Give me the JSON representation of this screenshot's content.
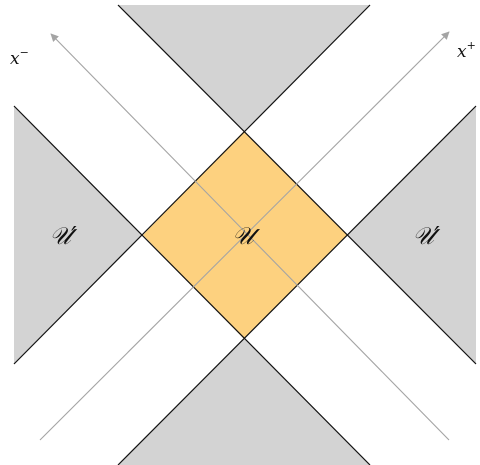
{
  "diagram": {
    "axes": {
      "x_minus": {
        "base": "x",
        "superscript": "−"
      },
      "x_plus": {
        "base": "x",
        "superscript": "+"
      }
    },
    "regions": {
      "U": {
        "label": "𝒰"
      },
      "U_prime_left": {
        "label": "𝒰′"
      },
      "U_prime_right": {
        "label": "𝒰′"
      }
    },
    "colors": {
      "U_fill": "#fdd17f",
      "U_prime_fill": "#d3d3d3",
      "timelike_fill": "#d3d3d3",
      "light_cone_stroke": "#111111",
      "axis_stroke": "#a4a4a4"
    }
  }
}
